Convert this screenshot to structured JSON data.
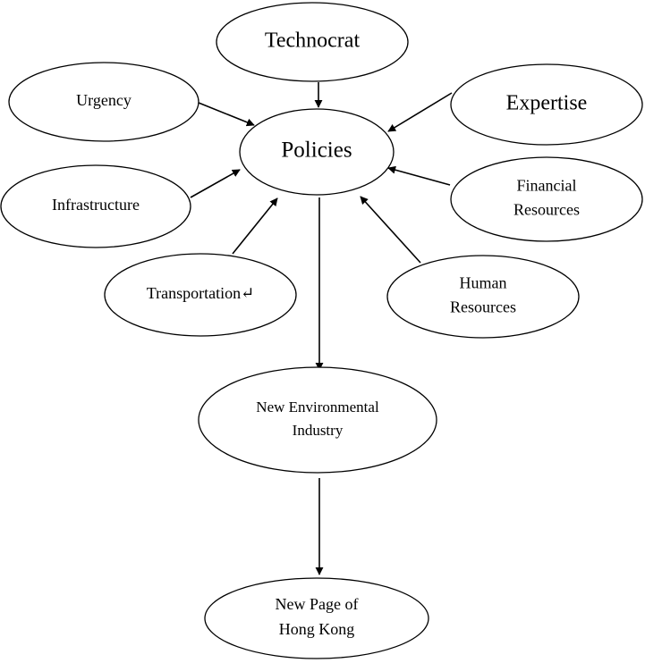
{
  "nodes": {
    "technocrat": {
      "lines": [
        "Technocrat"
      ]
    },
    "urgency": {
      "lines": [
        "Urgency"
      ]
    },
    "expertise": {
      "lines": [
        "Expertise"
      ]
    },
    "policies": {
      "lines": [
        "Policies"
      ]
    },
    "infrastructure": {
      "lines": [
        "Infrastructure"
      ]
    },
    "financial": {
      "lines": [
        "Financial",
        "Resources"
      ]
    },
    "transportation": {
      "lines": [
        "Transportation↵"
      ]
    },
    "human": {
      "lines": [
        "Human",
        "Resources"
      ]
    },
    "new_industry": {
      "lines": [
        "New Environmental",
        "Industry"
      ]
    },
    "new_page": {
      "lines": [
        "New Page of",
        "Hong Kong"
      ]
    }
  },
  "edges": [
    {
      "from": "technocrat",
      "to": "policies"
    },
    {
      "from": "urgency",
      "to": "policies"
    },
    {
      "from": "expertise",
      "to": "policies"
    },
    {
      "from": "infrastructure",
      "to": "policies"
    },
    {
      "from": "financial",
      "to": "policies"
    },
    {
      "from": "transportation",
      "to": "policies"
    },
    {
      "from": "human",
      "to": "policies"
    },
    {
      "from": "policies",
      "to": "new_industry"
    },
    {
      "from": "new_industry",
      "to": "new_page"
    }
  ],
  "colors": {
    "stroke": "#000000",
    "fill": "#ffffff"
  }
}
